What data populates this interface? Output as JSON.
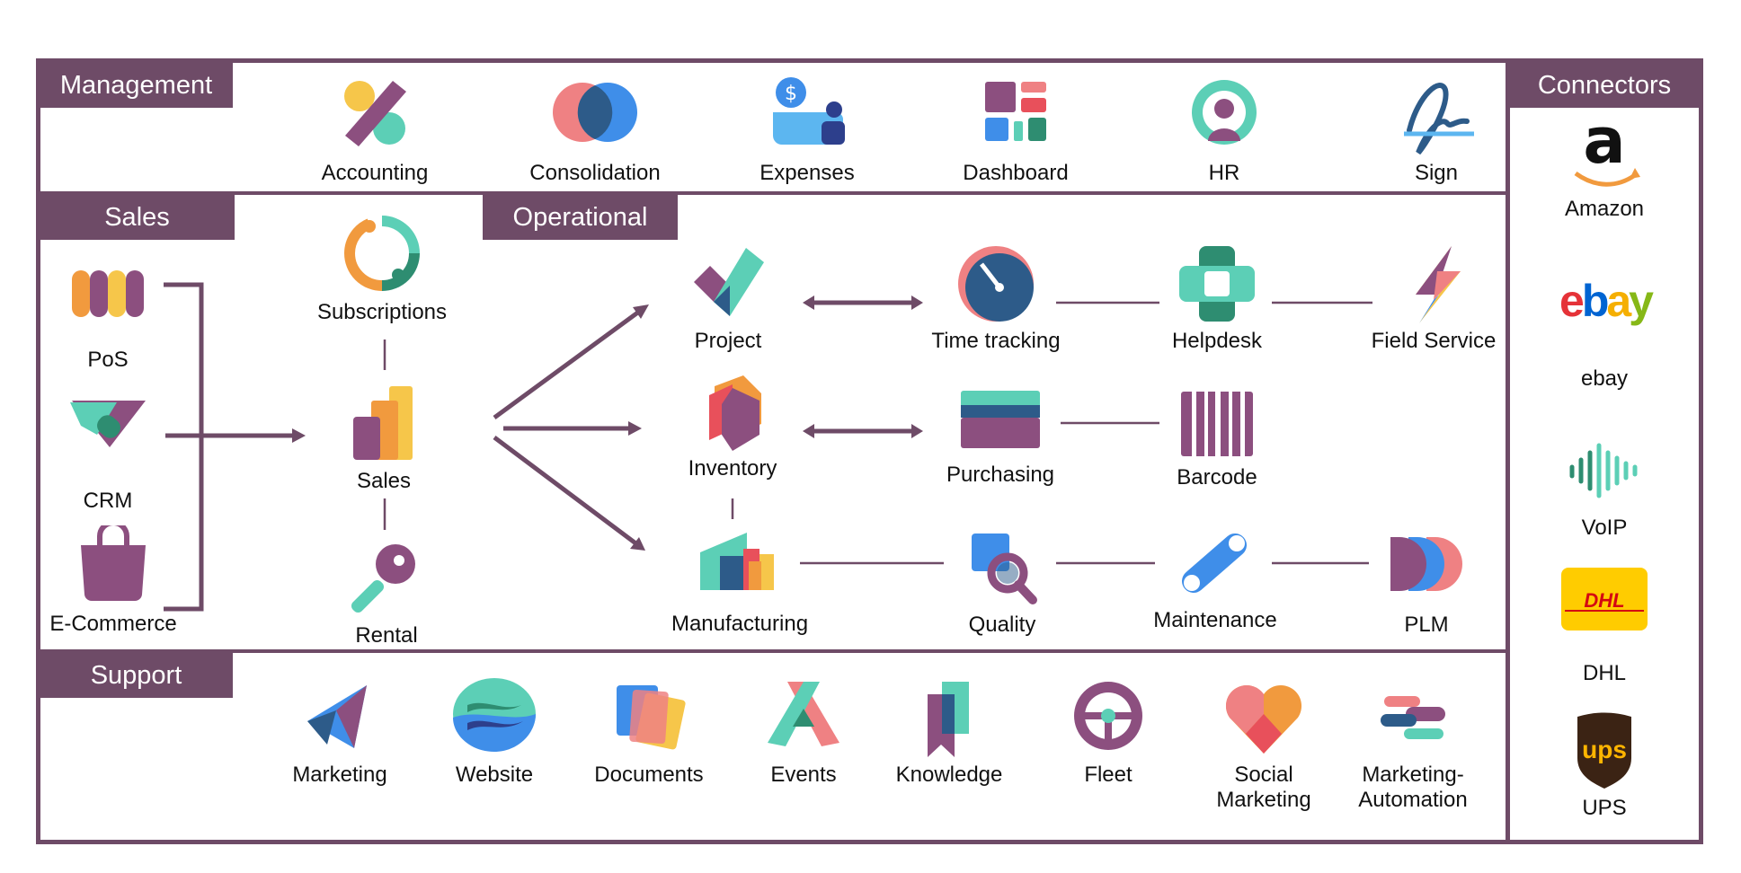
{
  "sections": {
    "management": "Management",
    "sales": "Sales",
    "operational": "Operational",
    "support": "Support",
    "connectors": "Connectors"
  },
  "management_apps": [
    {
      "label": "Accounting",
      "icon": "accounting-icon"
    },
    {
      "label": "Consolidation",
      "icon": "consolidation-icon"
    },
    {
      "label": "Expenses",
      "icon": "expenses-icon"
    },
    {
      "label": "Dashboard",
      "icon": "dashboard-icon"
    },
    {
      "label": "HR",
      "icon": "hr-icon"
    },
    {
      "label": "Sign",
      "icon": "sign-icon"
    }
  ],
  "sales_apps": {
    "pos": "PoS",
    "crm": "CRM",
    "ecommerce": "E-Commerce",
    "subscriptions": "Subscriptions",
    "sales": "Sales",
    "rental": "Rental"
  },
  "operational_apps": {
    "project": "Project",
    "time_tracking": "Time tracking",
    "helpdesk": "Helpdesk",
    "field_service": "Field Service",
    "inventory": "Inventory",
    "purchasing": "Purchasing",
    "barcode": "Barcode",
    "manufacturing": "Manufacturing",
    "quality": "Quality",
    "maintenance": "Maintenance",
    "plm": "PLM"
  },
  "support_apps": [
    {
      "label": "Marketing",
      "icon": "marketing-icon"
    },
    {
      "label": "Website",
      "icon": "website-icon"
    },
    {
      "label": "Documents",
      "icon": "documents-icon"
    },
    {
      "label": "Events",
      "icon": "events-icon"
    },
    {
      "label": "Knowledge",
      "icon": "knowledge-icon"
    },
    {
      "label": "Fleet",
      "icon": "fleet-icon"
    },
    {
      "label": "Social Marketing",
      "line1": "Social",
      "line2": "Marketing",
      "icon": "social-marketing-icon"
    },
    {
      "label": "Marketing-Automation",
      "line1": "Marketing-",
      "line2": "Automation",
      "icon": "marketing-automation-icon"
    }
  ],
  "connectors": [
    {
      "label": "Amazon",
      "icon": "amazon-logo"
    },
    {
      "label": "ebay",
      "icon": "ebay-logo",
      "logo_text": "ebay"
    },
    {
      "label": "VoIP",
      "icon": "voip-icon"
    },
    {
      "label": "DHL",
      "icon": "dhl-logo",
      "logo_text": "DHL"
    },
    {
      "label": "UPS",
      "icon": "ups-logo",
      "logo_text": "ups"
    }
  ],
  "colors": {
    "frame": "#6e4b67",
    "purple": "#8c4f7f",
    "teal": "#5ccfb6",
    "orange": "#f19a3e",
    "yellow": "#f6c64a",
    "navy": "#2d5b89",
    "pink": "#ef8183",
    "blue": "#3f8ee9"
  }
}
